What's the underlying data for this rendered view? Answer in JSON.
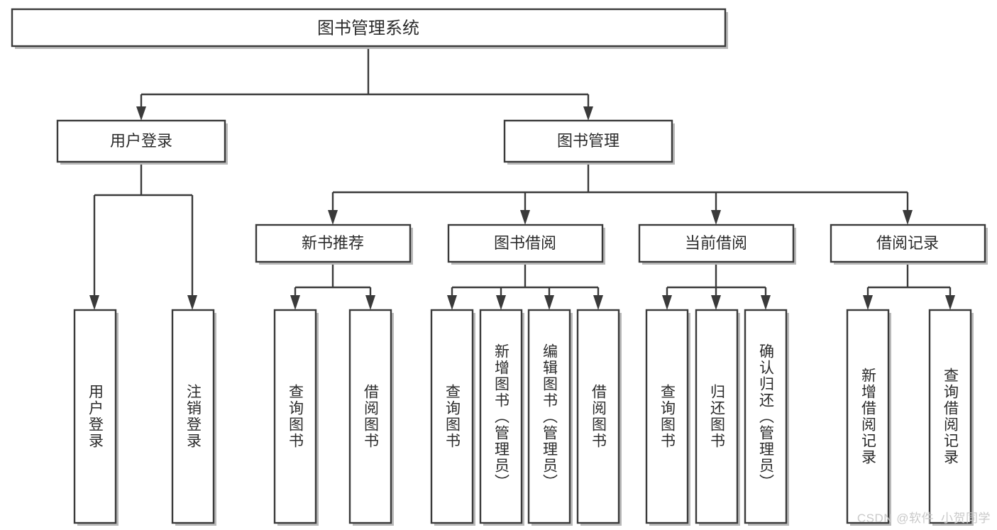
{
  "diagram": {
    "type": "tree-hierarchy-chart",
    "title": "图书管理系统",
    "watermark": "CSDN @软件_小贺同学",
    "colors": {
      "box_stroke": "#3a3a3a",
      "box_fill": "#ffffff",
      "text": "#2b2b2b",
      "shadow": "#b9b9b9",
      "watermark": "#c9c9c9",
      "background": "#ffffff"
    },
    "levels": [
      {
        "level": 1,
        "nodes": [
          {
            "id": "root",
            "label": "图书管理系统",
            "orientation": "horizontal"
          }
        ]
      },
      {
        "level": 2,
        "nodes": [
          {
            "id": "user-login",
            "label": "用户登录",
            "orientation": "horizontal",
            "parent": "root"
          },
          {
            "id": "book-mgmt",
            "label": "图书管理",
            "orientation": "horizontal",
            "parent": "root"
          }
        ]
      },
      {
        "level": 3,
        "nodes": [
          {
            "id": "new-book-rec",
            "label": "新书推荐",
            "orientation": "horizontal",
            "parent": "book-mgmt"
          },
          {
            "id": "book-borrow",
            "label": "图书借阅",
            "orientation": "horizontal",
            "parent": "book-mgmt"
          },
          {
            "id": "current-borrow",
            "label": "当前借阅",
            "orientation": "horizontal",
            "parent": "book-mgmt"
          },
          {
            "id": "borrow-record",
            "label": "借阅记录",
            "orientation": "horizontal",
            "parent": "book-mgmt"
          }
        ]
      },
      {
        "level": 4,
        "nodes": [
          {
            "id": "leaf-1",
            "label": "用户登录",
            "orientation": "vertical",
            "parent": "user-login"
          },
          {
            "id": "leaf-2",
            "label": "注销登录",
            "orientation": "vertical",
            "parent": "user-login"
          },
          {
            "id": "leaf-3",
            "label": "查询图书",
            "orientation": "vertical",
            "parent": "new-book-rec"
          },
          {
            "id": "leaf-4",
            "label": "借阅图书",
            "orientation": "vertical",
            "parent": "new-book-rec"
          },
          {
            "id": "leaf-5",
            "label": "查询图书",
            "orientation": "vertical",
            "parent": "book-borrow"
          },
          {
            "id": "leaf-6",
            "label": "新增图书（管理员）",
            "orientation": "vertical",
            "parent": "book-borrow"
          },
          {
            "id": "leaf-7",
            "label": "编辑图书（管理员）",
            "orientation": "vertical",
            "parent": "book-borrow"
          },
          {
            "id": "leaf-8",
            "label": "借阅图书",
            "orientation": "vertical",
            "parent": "book-borrow"
          },
          {
            "id": "leaf-9",
            "label": "查询图书",
            "orientation": "vertical",
            "parent": "current-borrow"
          },
          {
            "id": "leaf-10",
            "label": "归还图书",
            "orientation": "vertical",
            "parent": "current-borrow"
          },
          {
            "id": "leaf-11",
            "label": "确认归还（管理员）",
            "orientation": "vertical",
            "parent": "current-borrow"
          },
          {
            "id": "leaf-12",
            "label": "新增借阅记录",
            "orientation": "vertical",
            "parent": "borrow-record"
          },
          {
            "id": "leaf-13",
            "label": "查询借阅记录",
            "orientation": "vertical",
            "parent": "borrow-record"
          }
        ]
      }
    ]
  }
}
